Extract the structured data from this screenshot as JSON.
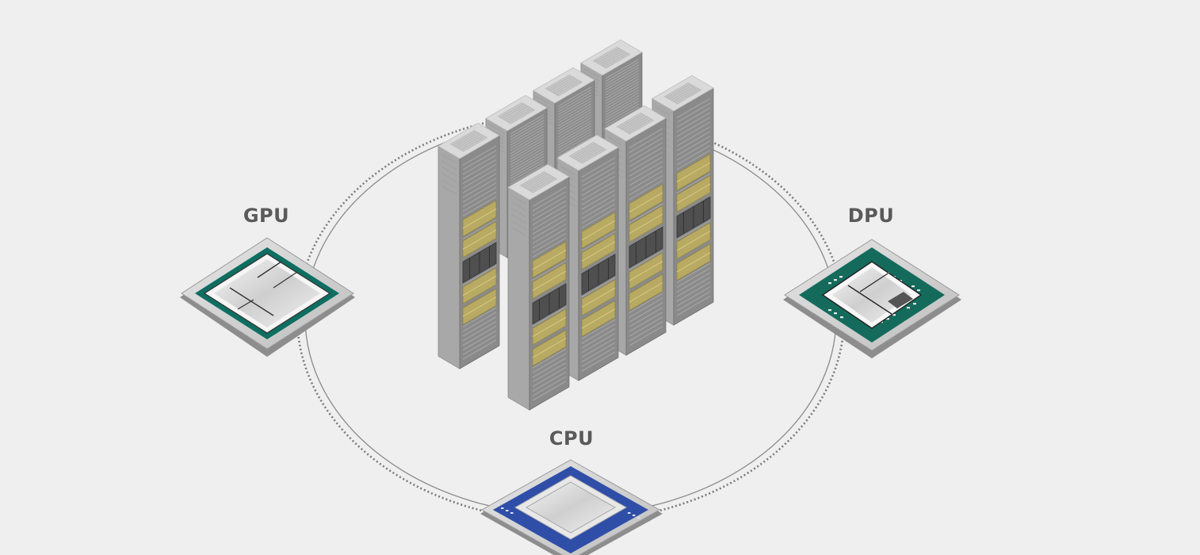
{
  "labels": {
    "gpu": "GPU",
    "dpu": "DPU",
    "cpu": "CPU"
  },
  "colors": {
    "background": "#efefef",
    "gpu_substrate": "#0e6e61",
    "dpu_substrate": "#146b5c",
    "cpu_substrate": "#2f4ea8",
    "drive_gold": "#b8aa62",
    "rack_gray": "#a9a9a9"
  },
  "icons": [
    "server-rack-cluster",
    "gpu-chip",
    "dpu-chip",
    "cpu-chip"
  ]
}
